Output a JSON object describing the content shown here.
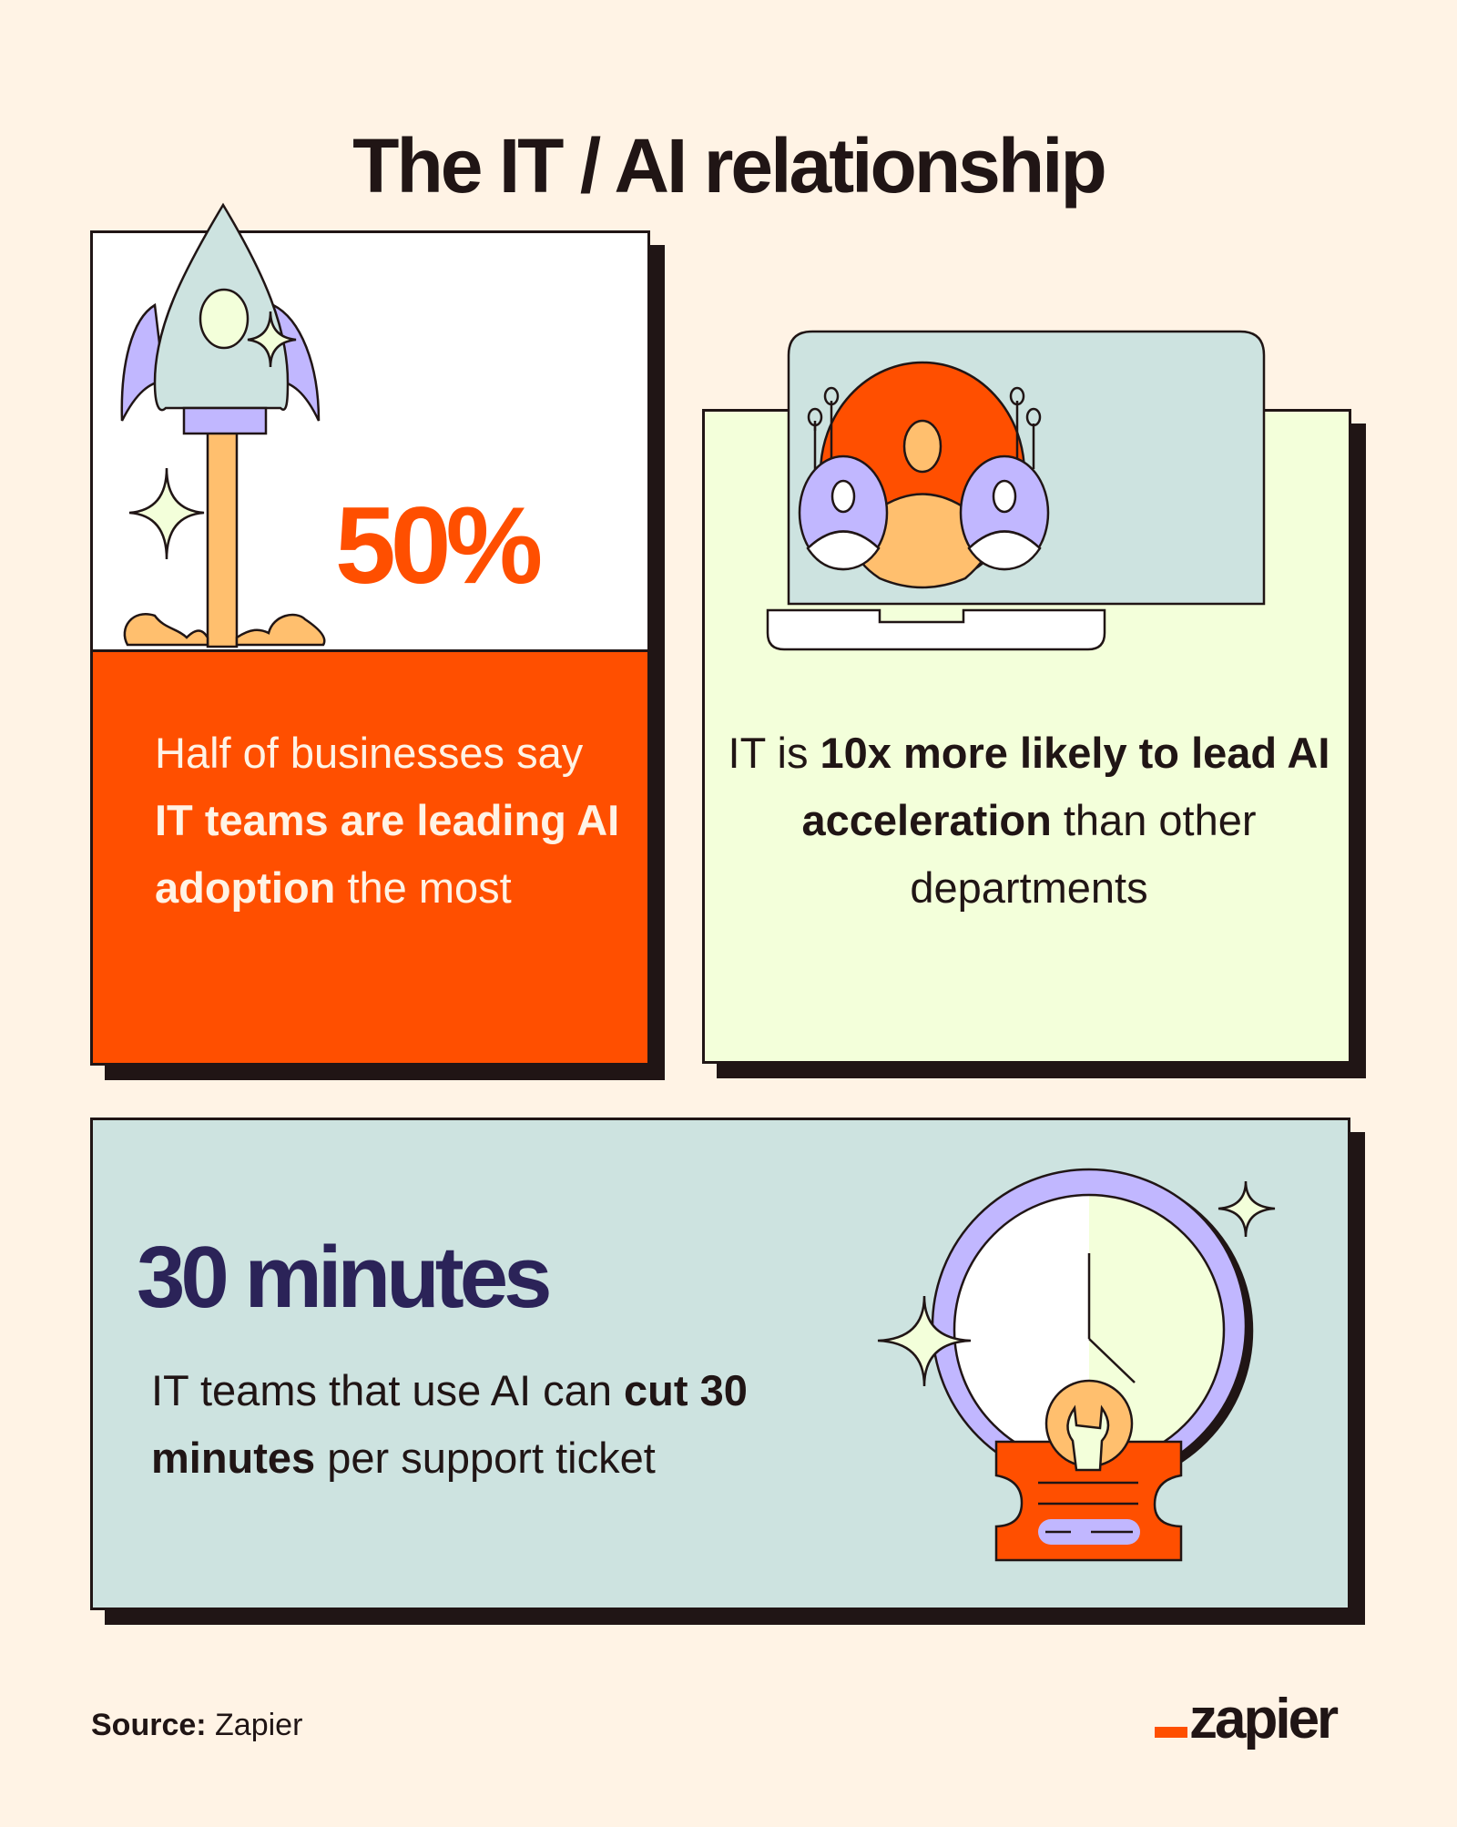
{
  "title": "The IT / AI relationship",
  "colors": {
    "background": "#FFF3E5",
    "ink": "#201515",
    "orange": "#FF4F00",
    "peach": "#FFBF6E",
    "lavender": "#C1B7FF",
    "mint": "#CDE3E0",
    "lime": "#F3FFDA",
    "navy": "#2B2358"
  },
  "cards": [
    {
      "stat": "50%",
      "text_parts": [
        {
          "text": "Half of businesses say ",
          "bold": false
        },
        {
          "text": "IT teams are leading AI adoption",
          "bold": true
        },
        {
          "text": " the most",
          "bold": false
        }
      ],
      "illustration": "rocket-icon"
    },
    {
      "text_parts": [
        {
          "text": "IT is ",
          "bold": false
        },
        {
          "text": "10x more likely to lead AI acceleration",
          "bold": true
        },
        {
          "text": " than other departments",
          "bold": false
        }
      ],
      "illustration": "laptop-team-icon"
    },
    {
      "stat": "30 minutes",
      "text_parts": [
        {
          "text": "IT teams that use AI can ",
          "bold": false
        },
        {
          "text": "cut 30 minutes",
          "bold": true
        },
        {
          "text": " per support ticket",
          "bold": false
        }
      ],
      "illustration": "clock-ticket-icon"
    }
  ],
  "footer": {
    "source_label": "Source:",
    "source_value": " Zapier",
    "logo_text": "zapier"
  }
}
